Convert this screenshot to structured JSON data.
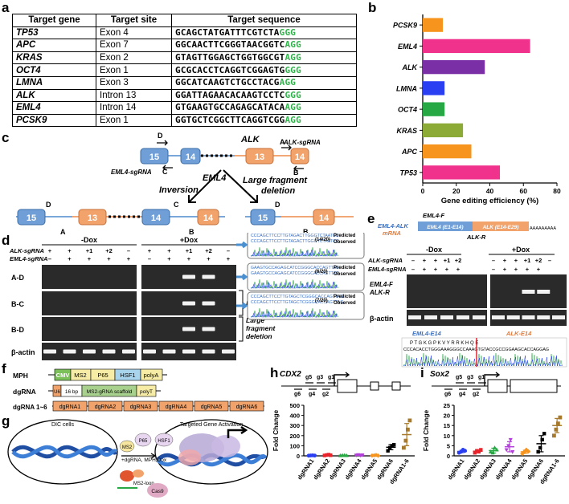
{
  "panel_labels": [
    "a",
    "b",
    "c",
    "d",
    "e",
    "f",
    "g",
    "h",
    "i"
  ],
  "table_a": {
    "headers": [
      "Target gene",
      "Target site",
      "Target sequence"
    ],
    "rows": [
      {
        "gene": "TP53",
        "site": "Exon 4",
        "seq": "GCAGCTATGATTTCGTCTA",
        "pam": "GGG"
      },
      {
        "gene": "APC",
        "site": "Exon 7",
        "seq": "GGCAACTTCGGGTAACGGTC",
        "pam": "AGG"
      },
      {
        "gene": "KRAS",
        "site": "Exon 2",
        "seq": "GTAGTTGGAGCTGGTGGCGT",
        "pam": "AGG"
      },
      {
        "gene": "OCT4",
        "site": "Exon 1",
        "seq": "GCGCACCTCAGGTCGGAGTG",
        "pam": "GGG"
      },
      {
        "gene": "LMNA",
        "site": "Exon 3",
        "seq": "GGCATCAAGTCTGCCTACG",
        "pam": "AGG"
      },
      {
        "gene": "ALK",
        "site": "Intron 13",
        "seq": "GGATTAGAACACAAGTCCTC",
        "pam": "GGG"
      },
      {
        "gene": "EML4",
        "site": "Intron 14",
        "seq": "GTGAAGTGCCAGAGCATACA",
        "pam": "AGG"
      },
      {
        "gene": "PCSK9",
        "site": "Exon 1",
        "seq": "GGTGCTCGGCTTCAGGTCGG",
        "pam": "AGG"
      }
    ]
  },
  "chart_b": {
    "type": "bar",
    "categories": [
      "PCSK9",
      "EML4",
      "ALK",
      "LMNA",
      "OCT4",
      "KRAS",
      "APC",
      "TP53"
    ],
    "values": [
      12,
      64,
      37,
      13,
      13,
      24,
      29,
      46
    ],
    "colors": [
      "#f7941d",
      "#f0328c",
      "#7b2fa6",
      "#2b3ff2",
      "#27a844",
      "#8bab36",
      "#f7941d",
      "#f0328c"
    ],
    "xlabel": "Gene editing efficiency (%)",
    "xticks": [
      "0",
      "20",
      "40",
      "60",
      "80"
    ],
    "xlim": [
      0,
      80
    ]
  },
  "panel_c": {
    "exon_labels": {
      "e15": "15",
      "e14": "14",
      "e13": "13",
      "e14b": "14"
    },
    "genes": {
      "alk": "ALK",
      "eml4": "EML4"
    },
    "guides": {
      "eml4": "EML4-sgRNA",
      "alk": "ALK-sgRNA"
    },
    "primers": {
      "A": "A",
      "B": "B",
      "C": "C",
      "D": "D"
    },
    "outcomes": {
      "inversion": "Inversion",
      "deletion1": "Large fragment",
      "deletion2": "deletion"
    }
  },
  "panel_d": {
    "header_minus": "-Dox",
    "header_plus": "+Dox",
    "row_alk": "ALK-sgRNA",
    "row_eml4": "EML4-sgRNA",
    "alk_signs": [
      "+",
      "+",
      "+1",
      "+2",
      "–",
      "+",
      "+",
      "+1",
      "+2",
      "–"
    ],
    "eml4_signs": [
      "–",
      "+",
      "+",
      "+",
      "+",
      "–",
      "+",
      "+",
      "+",
      "+"
    ],
    "gel_rows": [
      "A-D",
      "B-C",
      "B-D",
      "β-actin"
    ],
    "groups": {
      "inversion": "Inversion",
      "large1": "Large",
      "large2": "fragment",
      "large3": "deletion"
    },
    "seq_top": [
      "CCCAGCTTCCTTGTAGACTTGGGTCTAATCC",
      "CCCAGCTTCCTTGTAGACTTGGGTCTAATCC"
    ],
    "seq_mid": [
      "GAAGTGCCAGAGCATCCGGGCACCAGTTAG",
      "GAAGTGCCAGAGCATCCGGGCACCAGTTAG"
    ],
    "seq_bot": [
      "CCCAGCTTCCTTGTAGCTCGGGCACCAGTTAG",
      "CCCAGCTTCCTTGTAGCTCGGGCACCAGTTAG"
    ],
    "counts": [
      "(14/20)",
      "(6/20)",
      "(7/20)"
    ],
    "pred": "Predicted",
    "obs": "Observed"
  },
  "panel_e": {
    "mrna_label1": "EML4-ALK",
    "mrna_label2": "mRNA",
    "primer_f": "EML4-F",
    "primer_r": "ALK-R",
    "eml4_box": "EML4 (E1-E14)",
    "alk_box": "ALK (E14-E29)",
    "polya": "AAAAAAAAA",
    "header_minus": "-Dox",
    "header_plus": "+Dox",
    "row_alk": "ALK-sgRNA",
    "row_eml4": "EML4-sgRNA",
    "alk_signs": [
      "–",
      "+",
      "+",
      "+1",
      "+2",
      "–",
      "+",
      "+",
      "+1",
      "+2",
      "–"
    ],
    "eml4_signs": [
      "–",
      "+",
      "+",
      "+",
      "+",
      "–",
      "+",
      "+",
      "+",
      "+"
    ],
    "gel_rows": [
      "EML4-F",
      "ALK-R",
      "β-actin"
    ],
    "junction_left": "EML4-E14",
    "junction_right": "ALK-E14",
    "aa": "P T G K G P K V Y R R K H Q E",
    "seq": "CCCACACCTGGGAAAGGGCCAAAGTGTACCGCCGGAAGCACCAGGAG"
  },
  "panel_f": {
    "mph": "MPH",
    "cmv": "CMV",
    "ms2": "MS2",
    "p65": "P65",
    "hsf1": "HSF1",
    "polya": "polyA",
    "dgrna": "dgRNA",
    "u6": "U6",
    "bp": "16 bp",
    "scaffold": "MS2-gRNA scaffold",
    "polyt": "polyT",
    "dglist_label": "dgRNA 1~6",
    "dglist": [
      "dgRNA1",
      "dgRNA2",
      "dgRNA3",
      "dgRNA4",
      "dgRNA5",
      "dgRNA6"
    ]
  },
  "panel_g": {
    "left": "DIC cells",
    "right": "Targeted Gene Activation",
    "p65": "P65",
    "hsf1": "HSF1",
    "ms2": "MS2",
    "arrow": "+dgRNA, MPH,Dox",
    "loop": "MS2-loop",
    "cas9": "Cas9"
  },
  "chart_h": {
    "type": "scatter",
    "title": "CDX2",
    "ylabel": "Fold Change",
    "yticks": [
      "0",
      "100",
      "200",
      "300",
      "400",
      "500"
    ],
    "ylim": [
      0,
      500
    ],
    "categories": [
      "dgRNA1",
      "dgRNA2",
      "dgRNA3",
      "dgRNA4",
      "dgRNA5",
      "dgRNA6",
      "dgRNA1-6"
    ],
    "colors": [
      "#2b3ff2",
      "#e8232a",
      "#27a844",
      "#b23fd9",
      "#f7941d",
      "#000000",
      "#a6792c"
    ],
    "points": [
      [
        2,
        4,
        5,
        3
      ],
      [
        4,
        8,
        12,
        6
      ],
      [
        3,
        6,
        5,
        4
      ],
      [
        6,
        10,
        4,
        8
      ],
      [
        3,
        5,
        8,
        2
      ],
      [
        50,
        80,
        100,
        110
      ],
      [
        80,
        150,
        260,
        350
      ]
    ],
    "means": [
      4,
      8,
      5,
      7,
      4,
      85,
      210
    ],
    "sds": [
      1,
      3,
      1,
      2,
      2,
      25,
      110
    ],
    "guides": [
      "g5",
      "g3",
      "g1",
      "g6",
      "g4",
      "g2"
    ]
  },
  "chart_i": {
    "type": "scatter",
    "title": "Sox2",
    "ylabel": "Fold Change",
    "yticks": [
      "0",
      "5",
      "10",
      "15",
      "20",
      "25"
    ],
    "ylim": [
      0,
      25
    ],
    "categories": [
      "dgRNA1",
      "dgRNA2",
      "dgRNA3",
      "dgRNA4",
      "dgRNA5",
      "dgRNA6",
      "dgRNA1-6"
    ],
    "colors": [
      "#2b3ff2",
      "#e8232a",
      "#27a844",
      "#b23fd9",
      "#f7941d",
      "#000000",
      "#a6792c"
    ],
    "points": [
      [
        1.5,
        2,
        3,
        2.5
      ],
      [
        1.5,
        2.5,
        2,
        3
      ],
      [
        2,
        1.5,
        4,
        3
      ],
      [
        3,
        5,
        8,
        2
      ],
      [
        1,
        2,
        3,
        2.2
      ],
      [
        2,
        4,
        8,
        11
      ],
      [
        10,
        13,
        16,
        19
      ]
    ],
    "means": [
      2.2,
      2.3,
      2.6,
      4.5,
      2,
      6,
      15
    ],
    "sds": [
      0.6,
      0.6,
      1.2,
      2.5,
      0.8,
      4,
      3.5
    ],
    "guides": [
      "g5",
      "g3",
      "g1",
      "g6",
      "g4",
      "g2"
    ]
  }
}
